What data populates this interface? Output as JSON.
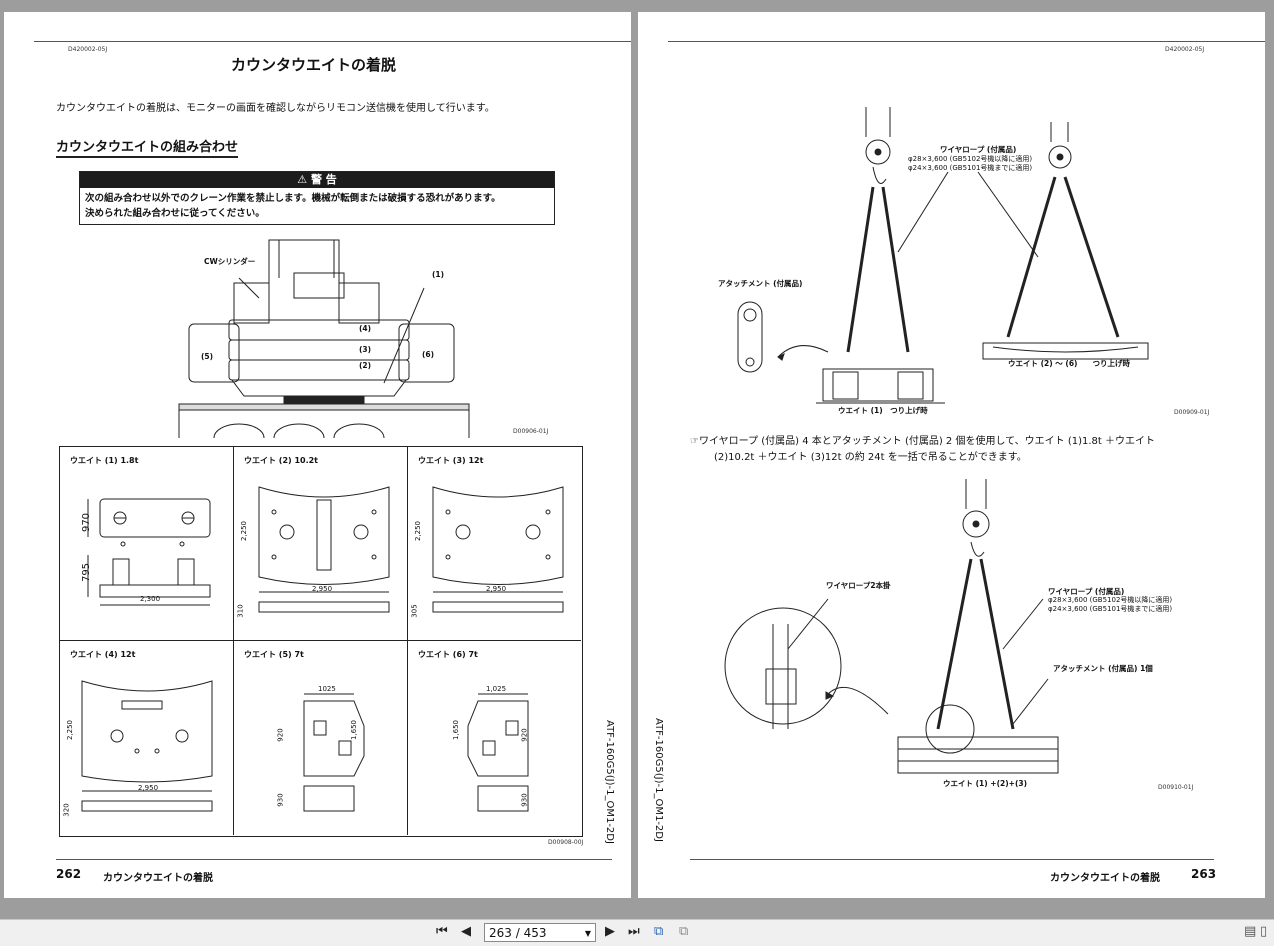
{
  "left_page": {
    "doc_code": "D420002-05J",
    "title": "カウンタウエイトの着脱",
    "intro": "カウンタウエイトの着脱は、モニターの画面を確認しながらリモコン送信機を使用して行います。",
    "section_heading": "カウンタウエイトの組み合わせ",
    "warning": {
      "title": "警 告",
      "line1": "次の組み合わせ以外でのクレーン作業を禁止します。機械が転倒または破損する恐れがあります。",
      "line2": "決められた組み合わせに従ってください。"
    },
    "figure1": {
      "cw_label": "CWシリンダー",
      "callout_1": "(1)",
      "callout_2": "(2)",
      "callout_3": "(3)",
      "callout_4": "(4)",
      "callout_5": "(5)",
      "callout_6": "(6)",
      "fig_code": "D00906-01J"
    },
    "weights": [
      {
        "name": "ウエイト (1) 1.8t",
        "dims": [
          "970",
          "795",
          "2,300"
        ]
      },
      {
        "name": "ウエイト (2) 10.2t",
        "dims": [
          "2,250",
          "2,950",
          "310"
        ]
      },
      {
        "name": "ウエイト (3) 12t",
        "dims": [
          "2,250",
          "2,950",
          "305"
        ]
      },
      {
        "name": "ウエイト (4) 12t",
        "dims": [
          "2,250",
          "2,950",
          "320"
        ]
      },
      {
        "name": "ウエイト (5) 7t",
        "dims": [
          "1025",
          "920",
          "1,650",
          "930"
        ]
      },
      {
        "name": "ウエイト (6) 7t",
        "dims": [
          "1,025",
          "1,650",
          "920",
          "930"
        ]
      }
    ],
    "grid_code": "D00908-00J",
    "side_text": "ATF-160G5(J)-1_OM1-2DJ",
    "page_number": "262",
    "footer_title": "カウンタウエイトの着脱"
  },
  "right_page": {
    "doc_code": "D420002-05J",
    "side_text": "ATF-160G5(J)-1_OM1-2DJ",
    "fig1": {
      "wire_label": "ワイヤロープ (付属品)",
      "wire_spec1": "φ28×3,600 (GB5102号機以降に適用)",
      "wire_spec2": "φ24×3,600 (GB5101号機までに適用)",
      "attachment_label": "アタッチメント (付属品)",
      "weight1_caption": "ウエイト (1)　つり上げ時",
      "weight26_caption": "ウエイト (2) ～ (6)　　つり上げ時",
      "fig_code": "D00909-01J"
    },
    "note_line1": "ワイヤロープ (付属品) 4 本とアタッチメント (付属品) 2 個を使用して、ウエイト (1)1.8t ＋ウエイト",
    "note_line2": "(2)10.2t ＋ウエイト (3)12t の約 24t を一括で吊ることができます。",
    "fig2": {
      "two_rope_label": "ワイヤロープ2本掛",
      "wire_label": "ワイヤロープ (付属品)",
      "wire_spec1": "φ28×3,600 (GB5102号機以降に適用)",
      "wire_spec2": "φ24×3,600 (GB5101号機までに適用)",
      "attachment_label": "アタッチメント (付属品) 1個",
      "caption": "ウエイト (1) +(2)+(3)",
      "fig_code": "D00910-01J"
    },
    "page_number": "263",
    "footer_title": "カウンタウエイトの着脱"
  },
  "toolbar": {
    "current_page": "263 / 453",
    "first_icon": "first-page-icon",
    "prev_icon": "prev-page-icon",
    "next_icon": "next-page-icon",
    "last_icon": "last-page-icon"
  }
}
